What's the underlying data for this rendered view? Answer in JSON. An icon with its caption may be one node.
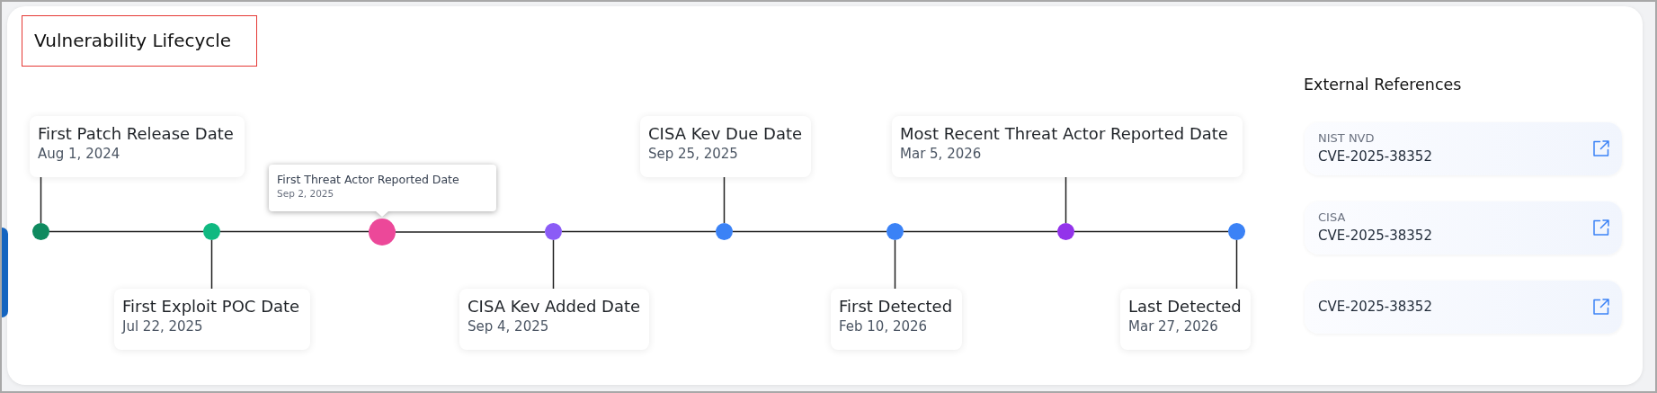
{
  "diagram": {
    "title": "Vulnerability Lifecycle",
    "nodes": [
      {
        "text": [
          "First Patch Release Date",
          "Aug 1, 2024"
        ]
      },
      {
        "text": [],
        "shape": "circle"
      },
      {
        "text": [
          "First Exploit POC Date",
          "Jul 22, 2025"
        ]
      },
      {
        "text": [],
        "shape": "circle"
      },
      {
        "text": [
          "First Threat Actor Reported Date",
          "Sep 2, 2025"
        ]
      },
      {
        "text": [],
        "shape": "circle"
      },
      {
        "text": [
          "CISA Kev Added Date",
          "Sep 4, 2025"
        ]
      },
      {
        "text": [],
        "shape": "circle"
      },
      {
        "text": [
          "CISA Kev Due Date",
          "Sep 25, 2025"
        ]
      },
      {
        "text": [],
        "shape": "circle"
      },
      {
        "text": [
          "First Detected",
          "Feb 10, 2026"
        ]
      },
      {
        "text": [],
        "shape": "circle"
      },
      {
        "text": [
          "Most Recent Threat Actor Reported Date",
          "Mar 5, 2026"
        ]
      },
      {
        "text": [],
        "shape": "circle"
      },
      {
        "text": [
          "Last Detected",
          "Mar 27, 2026"
        ]
      },
      {
        "text": [],
        "shape": "circle"
      },
      {
        "text": [
          "NIST NVD",
          "CVE-2025-38352"
        ]
      },
      {
        "text": [
          "CISA",
          "CVE-2025-38352"
        ]
      },
      {
        "text": [
          "CVE-2025-38352"
        ]
      }
    ],
    "edges": [
      {
        "from": 0,
        "to": 1,
        "arrow": "none"
      },
      {
        "from": 1,
        "to": 3,
        "arrow": "none"
      },
      {
        "from": 2,
        "to": 3,
        "arrow": "none"
      },
      {
        "from": 3,
        "to": 5,
        "arrow": "none"
      },
      {
        "from": 5,
        "to": 7,
        "arrow": "none"
      },
      {
        "from": 6,
        "to": 7,
        "arrow": "none"
      },
      {
        "from": 7,
        "to": 9,
        "arrow": "none"
      },
      {
        "from": 8,
        "to": 9,
        "arrow": "none"
      },
      {
        "from": 9,
        "to": 11,
        "arrow": "none"
      },
      {
        "from": 10,
        "to": 11,
        "arrow": "none"
      },
      {
        "from": 11,
        "to": 13,
        "arrow": "none"
      },
      {
        "from": 12,
        "to": 13,
        "arrow": "none"
      },
      {
        "from": 13,
        "to": 15,
        "arrow": "none"
      },
      {
        "from": 14,
        "to": 15,
        "arrow": "none"
      }
    ],
    "labels": [
      "External References"
    ]
  }
}
